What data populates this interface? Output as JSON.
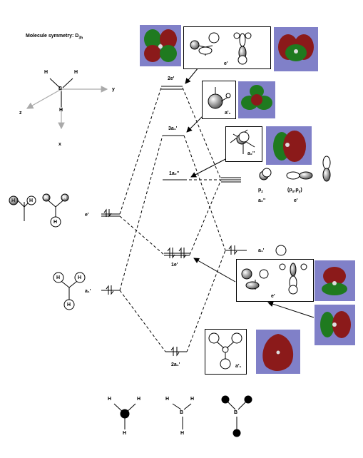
{
  "symmetry": {
    "text": "Molecule symmetry: D",
    "subscript": "3h"
  },
  "axes": {
    "x": "x",
    "y": "y",
    "z": "z",
    "center_atom": "B",
    "ligand": "H"
  },
  "ligand_group": {
    "label_e_prime": "e'",
    "label_a1_prime": "a₁'"
  },
  "boron": {
    "pz": "p",
    "pz_sub": "z",
    "pxpy": "(p",
    "pxpy_rest": ",p",
    "pxpy_close": ")",
    "a2": "a₂''",
    "e": "e'",
    "a1": "a₁'"
  },
  "mo_levels": {
    "2e": "2e'",
    "3a1": "3a₁'",
    "1a2": "1a₂''",
    "1e": "1e'",
    "2a1": "2a₁'"
  },
  "boxes": {
    "top_e": "e'",
    "a1_box": "a'₁",
    "a2_box": "a₂''",
    "e_box": "e'",
    "a1_bottom": "a'₁"
  },
  "bottom_labels": {
    "h": "H",
    "b": "B"
  },
  "colors": {
    "orbital_bg": "#8080c8",
    "lobe_red": "#8b1a1a",
    "lobe_green": "#1f7a1f"
  }
}
